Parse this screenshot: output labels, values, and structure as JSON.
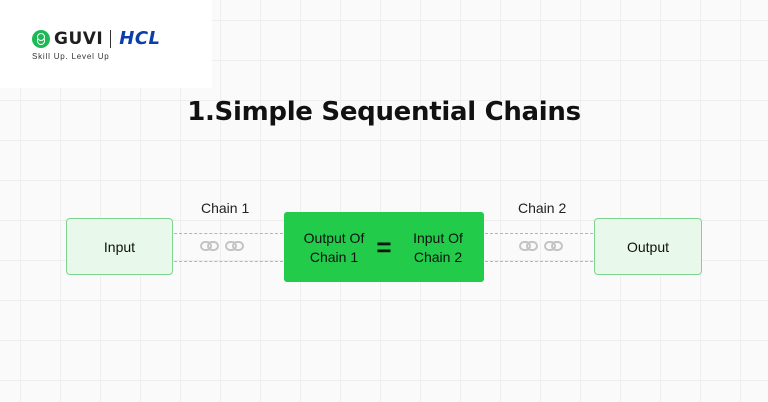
{
  "logo": {
    "brand": "GUVI",
    "partner": "HCL",
    "tagline": "Skill Up. Level Up"
  },
  "title": "1.Simple Sequential Chains",
  "diagram": {
    "input_label": "Input",
    "output_label": "Output",
    "chain1_label": "Chain 1",
    "chain2_label": "Chain 2",
    "center_left": "Output Of Chain 1",
    "center_equals": "=",
    "center_right": "Input Of Chain 2"
  },
  "colors": {
    "accent_green": "#22cc4a",
    "light_green": "#e8f8ea",
    "hcl_blue": "#0b3ea8"
  },
  "icons": [
    "guvi-logo-icon",
    "link-icon"
  ]
}
